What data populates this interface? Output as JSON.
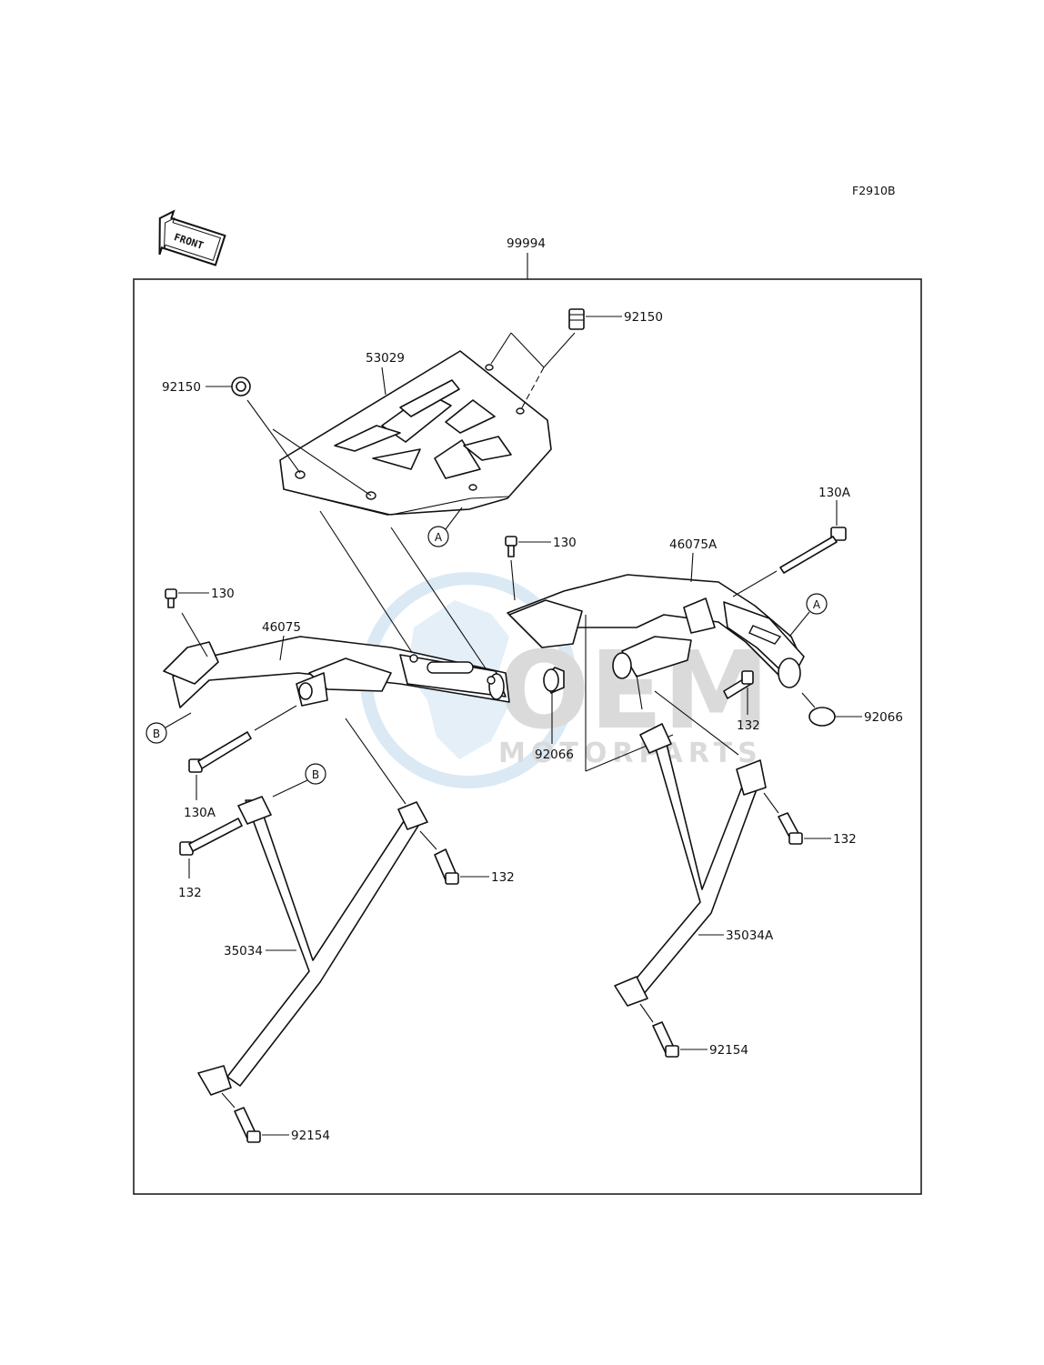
{
  "diagram": {
    "figure_code": "F2910B",
    "front_label": "FRONT",
    "assembly_label": "99994",
    "watermark": {
      "brand": "OEM",
      "tagline": "MOTORPARTS"
    },
    "parts": {
      "p53029": "53029",
      "p92150_top": "92150",
      "p92150_left": "92150",
      "p46075": "46075",
      "p46075A": "46075A",
      "p130_left": "130",
      "p130_mid": "130",
      "p130A_right": "130A",
      "p130A_left": "130A",
      "p92066_mid": "92066",
      "p92066_right": "92066",
      "p132_mid": "132",
      "p132_right": "132",
      "p132_left": "132",
      "p132_center": "132",
      "p35034": "35034",
      "p35034A": "35034A",
      "p92154_right": "92154",
      "p92154_left": "92154"
    },
    "refs": {
      "a1": "A",
      "a2": "A",
      "b1": "B",
      "b2": "B"
    }
  }
}
